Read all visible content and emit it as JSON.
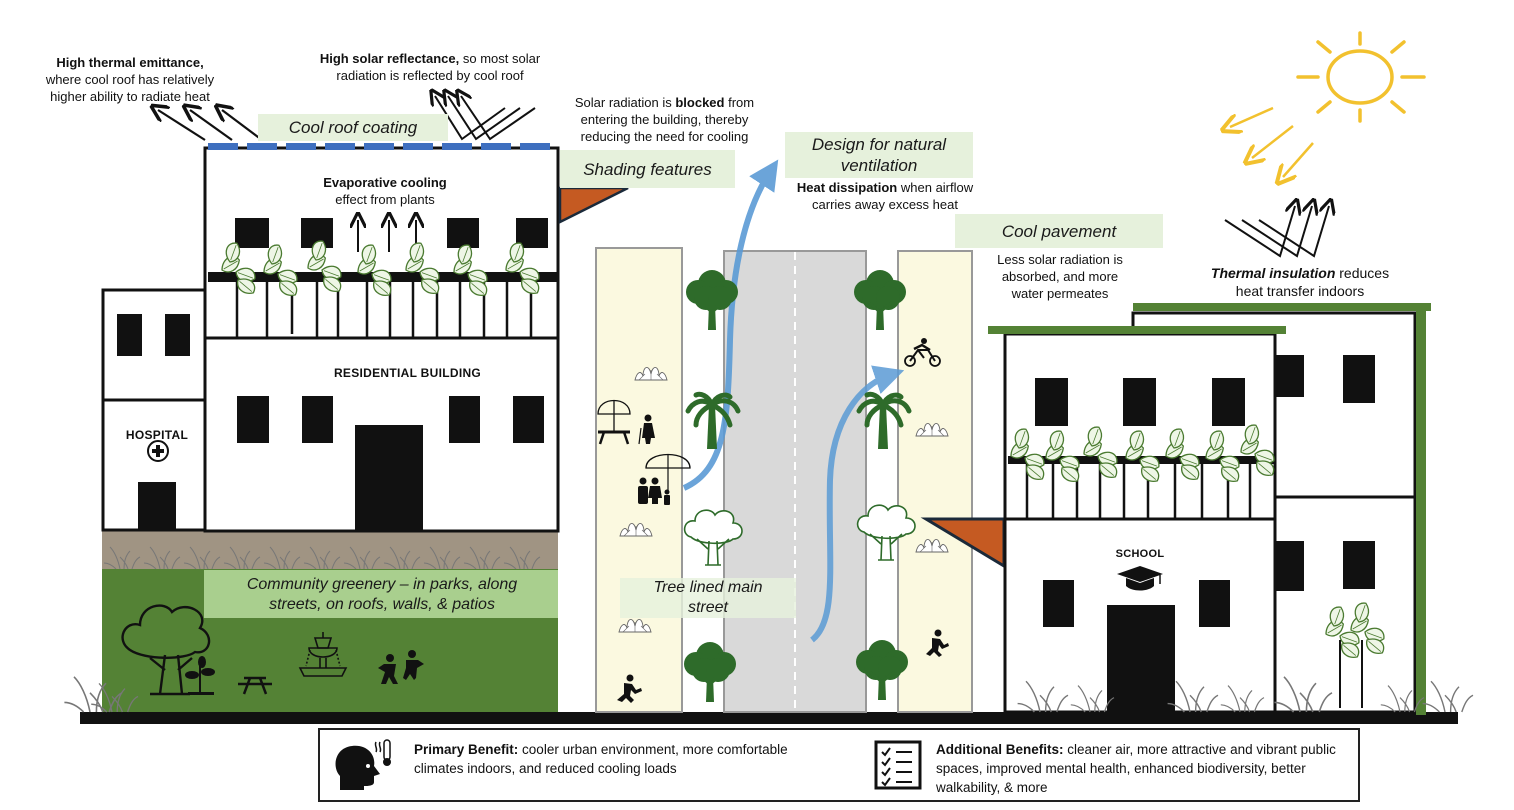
{
  "colors": {
    "roof_blue": "#3e6fbf",
    "callout_green": "#e6f1dc",
    "park_green": "#548235",
    "park_label_green": "#a9cf8e",
    "soil_brown": "#a09483",
    "sidewalk_yellow": "#fbf9e0",
    "road_gray": "#d9d9d9",
    "tree_green": "#2e6b2a",
    "shade_orange": "#c55a22",
    "sun_yellow": "#f2c12e",
    "airflow_blue": "#5b9bd5",
    "insulation_green": "#548235"
  },
  "annotations": {
    "thermal_emittance": {
      "bold": "High thermal emittance,",
      "line2": "where cool roof has relatively",
      "line3": "higher ability to radiate heat"
    },
    "solar_reflectance": {
      "bold": "High solar reflectance,",
      "rest": " so most solar",
      "line2": "radiation is reflected by cool roof"
    },
    "shading_desc": {
      "pre": "Solar radiation is ",
      "bold": "blocked",
      "post": " from",
      "line2": "entering the building, thereby",
      "line3": "reducing the need for cooling"
    },
    "heat_dissipation": {
      "bold": "Heat dissipation",
      "rest": " when airflow",
      "line2": "carries away excess heat"
    },
    "pavement_desc": {
      "line1": "Less solar radiation is",
      "line2": "absorbed, and more",
      "line3": "water permeates"
    },
    "insulation_desc": {
      "bold": "Thermal insulation",
      "rest": " reduces",
      "line2": "heat transfer indoors"
    },
    "evaporative": {
      "bold": "Evaporative cooling",
      "line2": "effect from plants"
    }
  },
  "callouts": {
    "cool_roof": "Cool roof coating",
    "shading": "Shading features",
    "ventilation_l1": "Design for natural",
    "ventilation_l2": "ventilation",
    "pavement": "Cool pavement",
    "greenery_l1": "Community greenery – in parks, along",
    "greenery_l2": "streets, on roofs, walls, & patios",
    "street_l1": "Tree lined main",
    "street_l2": "street"
  },
  "buildings": {
    "residential": "RESIDENTIAL BUILDING",
    "hospital": "HOSPITAL",
    "school": "SCHOOL"
  },
  "benefits": {
    "primary_label": "Primary Benefit:",
    "primary_text": " cooler urban environment, more comfortable climates indoors, and reduced cooling loads",
    "additional_label": "Additional Benefits:",
    "additional_text": " cleaner air, more attractive and vibrant public spaces, improved mental health, enhanced biodiversity, better walkability, & more"
  }
}
